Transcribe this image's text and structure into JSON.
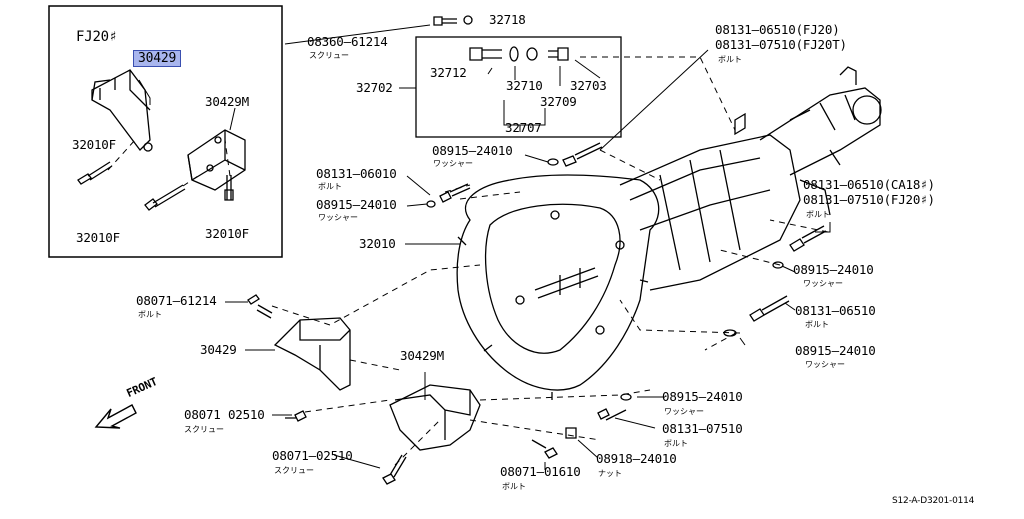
{
  "inset": {
    "model": "FJ20♯",
    "part_highlight": "30429",
    "part_m": "30429M",
    "bolt_a": "32010F",
    "bolt_b": "32010F",
    "bolt_c": "32010F"
  },
  "callouts": {
    "p32718": "32718",
    "p08360": "08360–61214",
    "p08360_sub": "スクリュー",
    "p32702": "32702",
    "p32712": "32712",
    "p32710": "32710",
    "p32703": "32703",
    "p32709": "32709",
    "p32707": "32707",
    "p08131_fj20": "08131–06510(FJ20)",
    "p08131_fj20t": "08131–07510(FJ20T)",
    "p08131_fj20t_sub": "ボルト",
    "p08915_a": "08915–24010",
    "p08915_a_sub": "ワッシャー",
    "p08131_06010": "08131–06010",
    "p08131_06010_sub": "ボルト",
    "p08915_b": "08915–24010",
    "p08915_b_sub": "ワッシャー",
    "p32010": "32010",
    "p08131_ca18": "08131–06510(CA18♯)",
    "p08131_fj20f": "08131–07510(FJ20♯)",
    "p08131_fj20f_sub": "ボルト",
    "p08915_c": "08915–24010",
    "p08915_c_sub": "ワッシャー",
    "p08131_06510": "08131–06510",
    "p08131_06510_sub": "ボルト",
    "p08915_d": "08915–24010",
    "p08915_d_sub": "ワッシャー",
    "p08071_61214": "08071–61214",
    "p08071_61214_sub": "ボルト",
    "p30429": "30429",
    "p30429m": "30429M",
    "p08071_02510a": "08071  02510",
    "p08071_02510a_sub": "スクリュー",
    "p08071_02510b": "08071–02510",
    "p08071_02510b_sub": "スクリュー",
    "p08915_e": "08915–24010",
    "p08915_e_sub": "ワッシャー",
    "p08131_07510": "08131–07510",
    "p08131_07510_sub": "ボルト",
    "p08918": "08918–24010",
    "p08918_sub": "ナット",
    "p08071_01610": "08071–01610",
    "p08071_01610_sub": "ボルト",
    "front": "FRONT",
    "ref": "S12-A-D3201-0114"
  }
}
